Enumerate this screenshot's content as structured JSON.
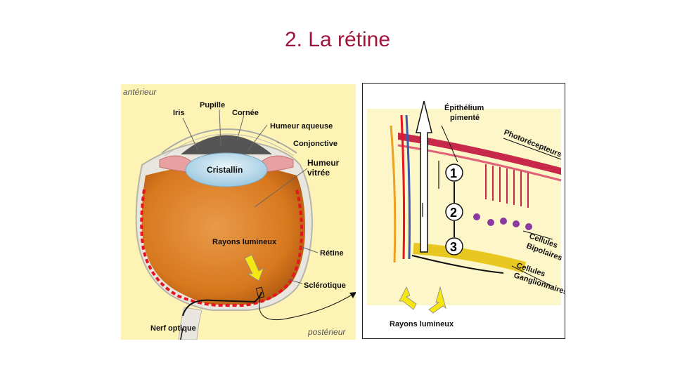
{
  "title": "2. La rétine",
  "left_diagram": {
    "anterior": "antérieur",
    "posterior": "postérieur",
    "labels": {
      "pupille": "Pupille",
      "iris": "Iris",
      "cornee": "Cornée",
      "humeur_aqueuse": "Humeur aqueuse",
      "conjonctive": "Conjonctive",
      "cristallin": "Cristallin",
      "humeur_vitree_1": "Humeur",
      "humeur_vitree_2": "vitrée",
      "rayons": "Rayons lumineux",
      "retine": "Rétine",
      "sclerotique": "Sclérotique",
      "nerf": "Nerf optique"
    }
  },
  "right_diagram": {
    "epithelium_1": "Épithélium",
    "epithelium_2": "pimenté",
    "photorecepteurs": "Photorécepteurs",
    "bipolaires_1": "Cellules",
    "bipolaires_2": "Bipolaires",
    "ganglion_1": "Cellules",
    "ganglion_2": "Ganglionnaires",
    "rayons": "Rayons lumineux",
    "steps": [
      "1",
      "2",
      "3"
    ]
  },
  "colors": {
    "title": "#a0143c",
    "panel_bg": "#fdf3b4",
    "eye_orange": "#d8781e",
    "retina_red": "#e8141e",
    "arrow_yellow": "#f5e614"
  }
}
